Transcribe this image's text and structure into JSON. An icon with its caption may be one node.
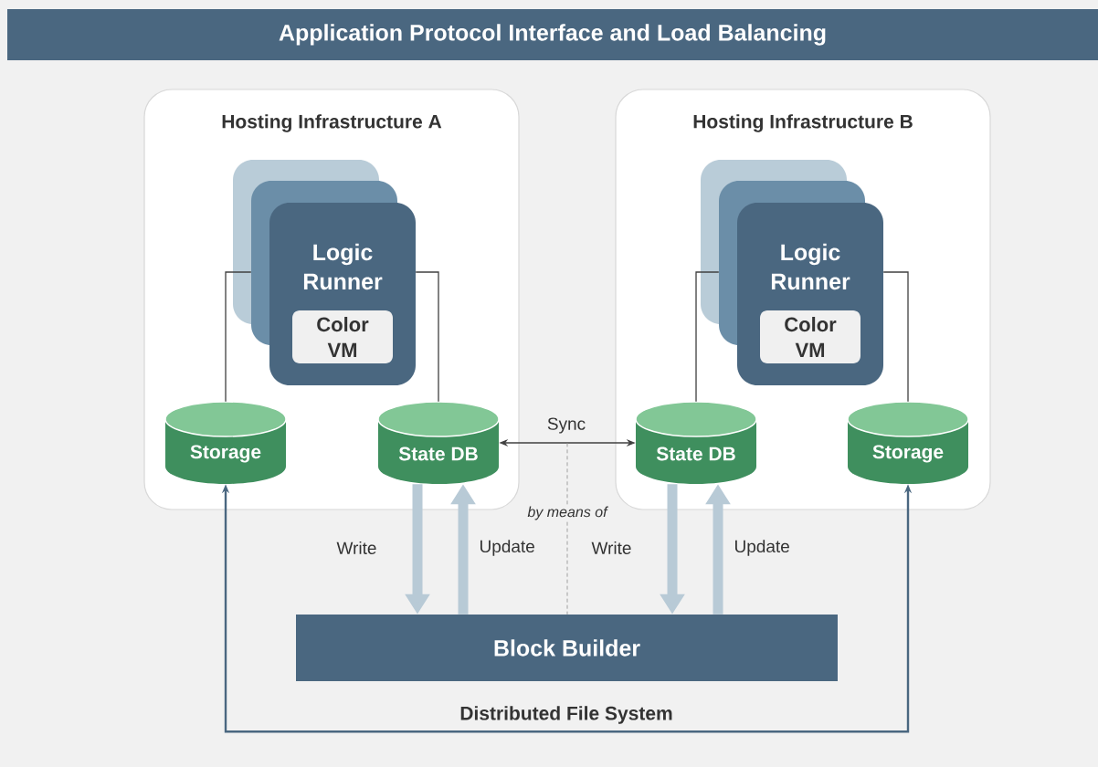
{
  "diagram": {
    "title": "Application Protocol Interface and Load Balancing",
    "nodes": [
      {
        "text": [
          "Hosting Infrastructure A"
        ]
      },
      {
        "text": [
          "Logic Runner"
        ],
        "in": 0
      },
      {
        "text": [
          "Color VM"
        ],
        "in": 1
      },
      {
        "text": [
          "Storage"
        ],
        "in": 0
      },
      {
        "text": [
          "State DB"
        ],
        "in": 0
      },
      {
        "text": [
          "Hosting Infrastructure B"
        ]
      },
      {
        "text": [
          "Logic Runner"
        ],
        "in": 5
      },
      {
        "text": [
          "Color VM"
        ],
        "in": 6
      },
      {
        "text": [
          "State DB"
        ],
        "in": 5
      },
      {
        "text": [
          "Storage"
        ],
        "in": 5
      },
      {
        "text": [
          "Block Builder"
        ]
      },
      {
        "text": [
          "by means of"
        ]
      }
    ],
    "edges": [
      {
        "from": 1,
        "to": 3,
        "arrow": "none"
      },
      {
        "from": 1,
        "to": 4,
        "arrow": "none"
      },
      {
        "from": 6,
        "to": 8,
        "arrow": "none"
      },
      {
        "from": 6,
        "to": 9,
        "arrow": "none"
      },
      {
        "from": 4,
        "to": 8,
        "arrow": "both",
        "label": "Sync"
      },
      {
        "from": 4,
        "to": 10,
        "arrow": "to",
        "label": "Write",
        "style": "thick",
        "color": "#b8cad6"
      },
      {
        "from": 10,
        "to": 4,
        "arrow": "to",
        "label": "Update",
        "style": "thick",
        "color": "#b8cad6"
      },
      {
        "from": 8,
        "to": 10,
        "arrow": "to",
        "label": "Write",
        "style": "thick",
        "color": "#b8cad6"
      },
      {
        "from": 10,
        "to": 8,
        "arrow": "to",
        "label": "Update",
        "style": "thick",
        "color": "#b8cad6"
      },
      {
        "from": 3,
        "to": 9,
        "arrow": "both",
        "label": "Distributed File System",
        "color": "#4a6780"
      },
      {
        "from": 11,
        "to": 10,
        "arrow": "none",
        "style": "dashed",
        "color": "#a0a0a0"
      },
      {
        "from": 11,
        "to": null,
        "arrow": "none",
        "style": "dashed",
        "color": "#a0a0a0"
      }
    ]
  }
}
